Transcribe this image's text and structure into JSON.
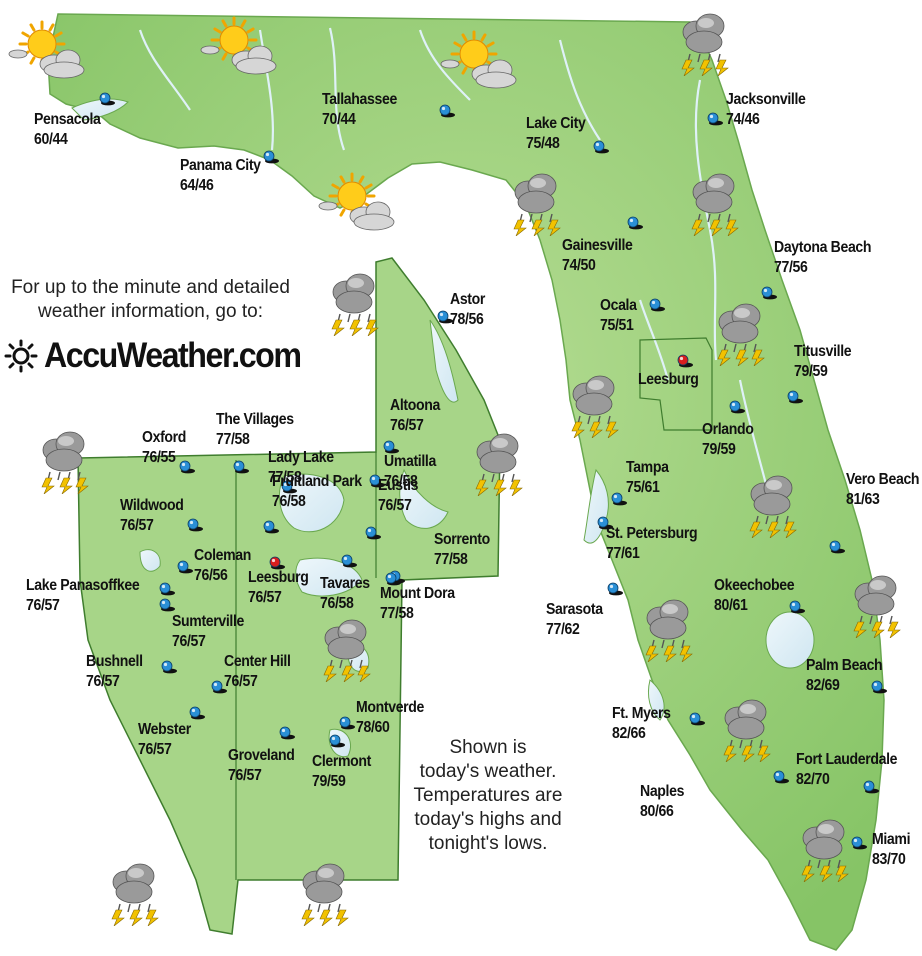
{
  "info": {
    "line1": "For up to the minute and detailed",
    "line2": "weather information, go to:",
    "brand": "AccuWeather.com"
  },
  "note": {
    "line1": "Shown is",
    "line2": "today's weather.",
    "line3": "Temperatures are",
    "line4": "today's highs and",
    "line5": "tonight's lows."
  },
  "icons": {
    "sunny_cloudy": "partly-sunny-icon",
    "storm": "thunderstorm-icon",
    "marker": "location-pin-icon",
    "highlight_marker": "red-location-pin-icon"
  },
  "colors": {
    "land": "#9ccf7c",
    "water": "#d9eef6",
    "marker": "#2a8fd6",
    "highlight": "#d81e1e"
  },
  "cities": [
    {
      "name": "Pensacola",
      "temp": "60/44"
    },
    {
      "name": "Panama City",
      "temp": "64/46"
    },
    {
      "name": "Tallahassee",
      "temp": "70/44"
    },
    {
      "name": "Lake City",
      "temp": "75/48"
    },
    {
      "name": "Jacksonville",
      "temp": "74/46"
    },
    {
      "name": "Gainesville",
      "temp": "74/50"
    },
    {
      "name": "Daytona Beach",
      "temp": "77/56"
    },
    {
      "name": "Ocala",
      "temp": "75/51"
    },
    {
      "name": "Leesburg",
      "temp": ""
    },
    {
      "name": "Titusville",
      "temp": "79/59"
    },
    {
      "name": "Orlando",
      "temp": "79/59"
    },
    {
      "name": "Tampa",
      "temp": "75/61"
    },
    {
      "name": "St. Petersburg",
      "temp": "77/61"
    },
    {
      "name": "Vero Beach",
      "temp": "81/63"
    },
    {
      "name": "Sarasota",
      "temp": "77/62"
    },
    {
      "name": "Okeechobee",
      "temp": "80/61"
    },
    {
      "name": "Palm Beach",
      "temp": "82/69"
    },
    {
      "name": "Ft. Myers",
      "temp": "82/66"
    },
    {
      "name": "Fort Lauderdale",
      "temp": "82/70"
    },
    {
      "name": "Naples",
      "temp": "80/66"
    },
    {
      "name": "Miami",
      "temp": "83/70"
    },
    {
      "name": "Astor",
      "temp": "78/56"
    },
    {
      "name": "Altoona",
      "temp": "76/57"
    },
    {
      "name": "The Villages",
      "temp": "77/58"
    },
    {
      "name": "Oxford",
      "temp": "76/55"
    },
    {
      "name": "Lady Lake",
      "temp": "77/58"
    },
    {
      "name": "Umatilla",
      "temp": "76/58"
    },
    {
      "name": "Fruitland Park",
      "temp": "76/58"
    },
    {
      "name": "Eustis",
      "temp": "76/57"
    },
    {
      "name": "Wildwood",
      "temp": "76/57"
    },
    {
      "name": "Coleman",
      "temp": "76/56"
    },
    {
      "name": "Sorrento",
      "temp": "77/58"
    },
    {
      "name": "Lake Panasoffkee",
      "temp": "76/57"
    },
    {
      "name": "Leesburg",
      "temp": "76/57"
    },
    {
      "name": "Tavares",
      "temp": "76/58"
    },
    {
      "name": "Mount Dora",
      "temp": "77/58"
    },
    {
      "name": "Sumterville",
      "temp": "76/57"
    },
    {
      "name": "Bushnell",
      "temp": "76/57"
    },
    {
      "name": "Center Hill",
      "temp": "76/57"
    },
    {
      "name": "Montverde",
      "temp": "78/60"
    },
    {
      "name": "Webster",
      "temp": "76/57"
    },
    {
      "name": "Groveland",
      "temp": "76/57"
    },
    {
      "name": "Clermont",
      "temp": "79/59"
    }
  ]
}
